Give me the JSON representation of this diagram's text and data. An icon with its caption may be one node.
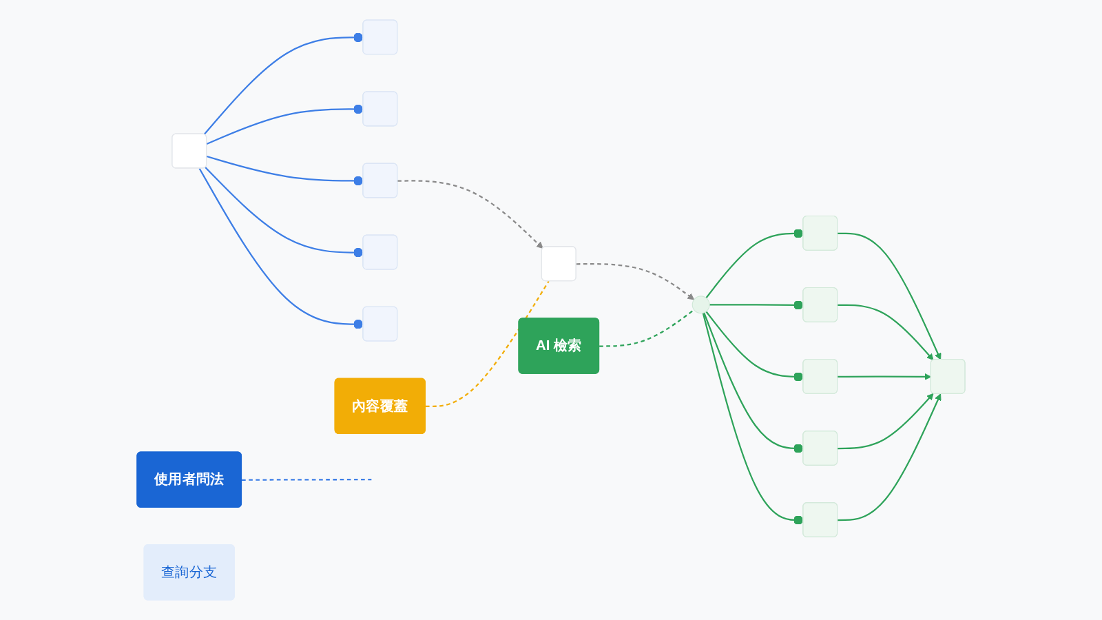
{
  "diagram": {
    "nodes": [
      {
        "text": [],
        "shape": "box"
      },
      {
        "text": [],
        "shape": "box"
      },
      {
        "text": [],
        "shape": "box"
      },
      {
        "text": [],
        "shape": "box"
      },
      {
        "text": [],
        "shape": "box"
      },
      {
        "text": [],
        "shape": "box"
      },
      {
        "text": [
          "使用者問法"
        ]
      },
      {
        "text": [
          "查詢分支"
        ]
      },
      {
        "text": [
          "內容覆蓋"
        ]
      },
      {
        "text": [],
        "shape": "box"
      },
      {
        "text": [
          "AI 檢索"
        ]
      },
      {
        "text": [],
        "shape": "circle"
      },
      {
        "text": [],
        "shape": "box"
      },
      {
        "text": [],
        "shape": "box"
      },
      {
        "text": [],
        "shape": "box"
      },
      {
        "text": [],
        "shape": "box"
      },
      {
        "text": [],
        "shape": "box"
      },
      {
        "text": [],
        "shape": "box"
      }
    ],
    "edges": [
      {
        "from": 0,
        "to": 1,
        "arrow": "other",
        "color": "#3d7ee6"
      },
      {
        "from": 0,
        "to": 2,
        "arrow": "other",
        "color": "#3d7ee6"
      },
      {
        "from": 0,
        "to": 3,
        "arrow": "other",
        "color": "#3d7ee6"
      },
      {
        "from": 0,
        "to": 4,
        "arrow": "other",
        "color": "#3d7ee6"
      },
      {
        "from": 0,
        "to": 5,
        "arrow": "other",
        "color": "#3d7ee6"
      },
      {
        "from": 6,
        "to": null,
        "arrow": "none",
        "style": "dashed",
        "color": "#3d7ee6"
      },
      {
        "from": 3,
        "to": 9,
        "arrow": "to",
        "style": "dashed",
        "color": "#8a8a8a"
      },
      {
        "from": 8,
        "to": 9,
        "arrow": "none",
        "style": "dashed",
        "color": "#f2ad06"
      },
      {
        "from": 9,
        "to": 11,
        "arrow": "to",
        "style": "dashed",
        "color": "#8a8a8a"
      },
      {
        "from": 10,
        "to": 11,
        "arrow": "none",
        "style": "dashed"
      },
      {
        "from": 11,
        "to": 12,
        "arrow": "other"
      },
      {
        "from": 11,
        "to": 13,
        "arrow": "other"
      },
      {
        "from": 11,
        "to": 14,
        "arrow": "other"
      },
      {
        "from": 11,
        "to": 15,
        "arrow": "other"
      },
      {
        "from": 11,
        "to": 16,
        "arrow": "other"
      },
      {
        "from": 12,
        "to": 17,
        "arrow": "to"
      },
      {
        "from": 13,
        "to": 17,
        "arrow": "to"
      },
      {
        "from": 14,
        "to": 17,
        "arrow": "to"
      },
      {
        "from": 15,
        "to": 17,
        "arrow": "to"
      },
      {
        "from": 16,
        "to": 17,
        "arrow": "to"
      }
    ]
  }
}
